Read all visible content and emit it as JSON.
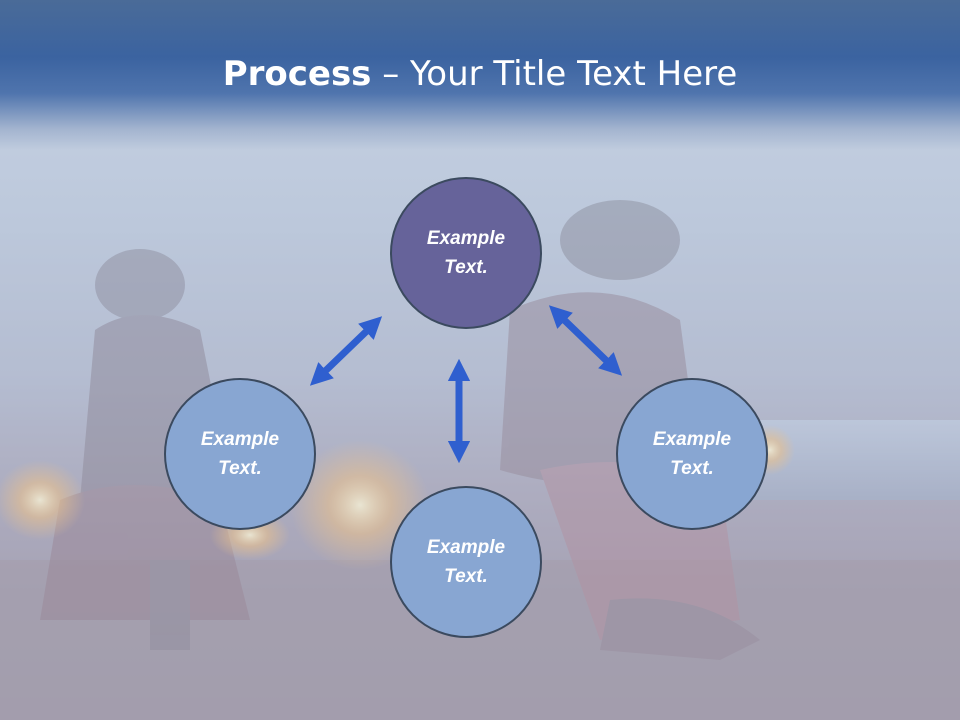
{
  "slide": {
    "title_bold": "Process",
    "title_rest": " – Your Title Text Here"
  },
  "nodes": [
    {
      "id": "top",
      "label": "Example Text."
    },
    {
      "id": "left",
      "label": "Example Text."
    },
    {
      "id": "right",
      "label": "Example Text."
    },
    {
      "id": "bottom",
      "label": "Example Text."
    }
  ],
  "colors": {
    "title_band": "#3b63a0",
    "top_node_fill": "#66639a",
    "node_fill": "#88a6d2",
    "node_border": "#3b4a5f",
    "arrow": "#2f5fcf"
  }
}
